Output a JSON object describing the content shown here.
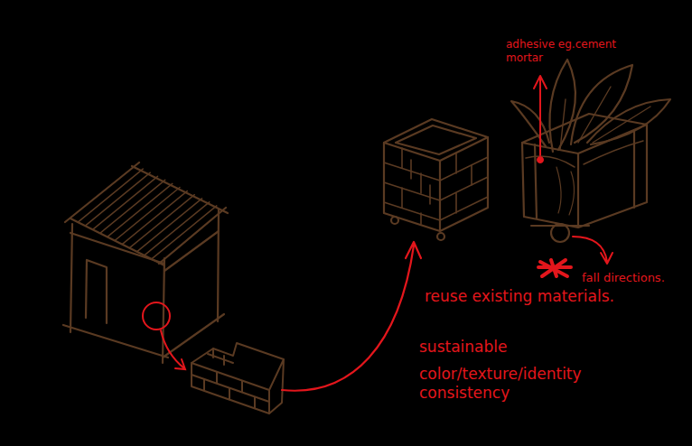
{
  "diagram": {
    "labels": [
      "adhesive eg.cement mortar",
      "fall directions.",
      "reuse existing materials.",
      "sustainable",
      "color/texture/identity consistency"
    ]
  }
}
